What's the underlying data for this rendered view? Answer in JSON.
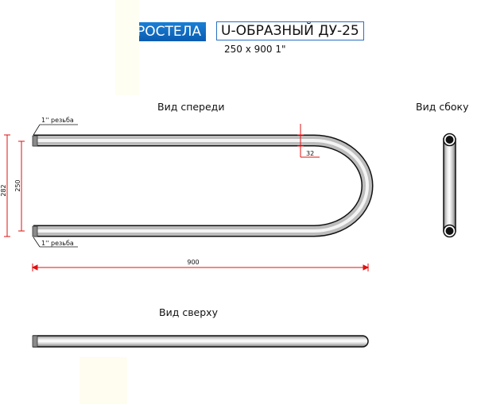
{
  "header": {
    "brand": "РОСТЕЛА",
    "model": "U-ОБРАЗНЫЙ ДУ-25",
    "spec": "250 x 900 1\""
  },
  "views": {
    "front": "Вид спереди",
    "side": "Вид сбоку",
    "top": "Вид сверху"
  },
  "dimensions": {
    "thread_top": "1'' резьба",
    "thread_bottom": "1'' резьба",
    "height_outer": "282",
    "height_inner": "250",
    "pipe_diameter": "32",
    "length": "900"
  },
  "colors": {
    "brand_bg": "#0a6ccf",
    "dimension_line": "#e01010",
    "pipe_outline": "#111111"
  }
}
